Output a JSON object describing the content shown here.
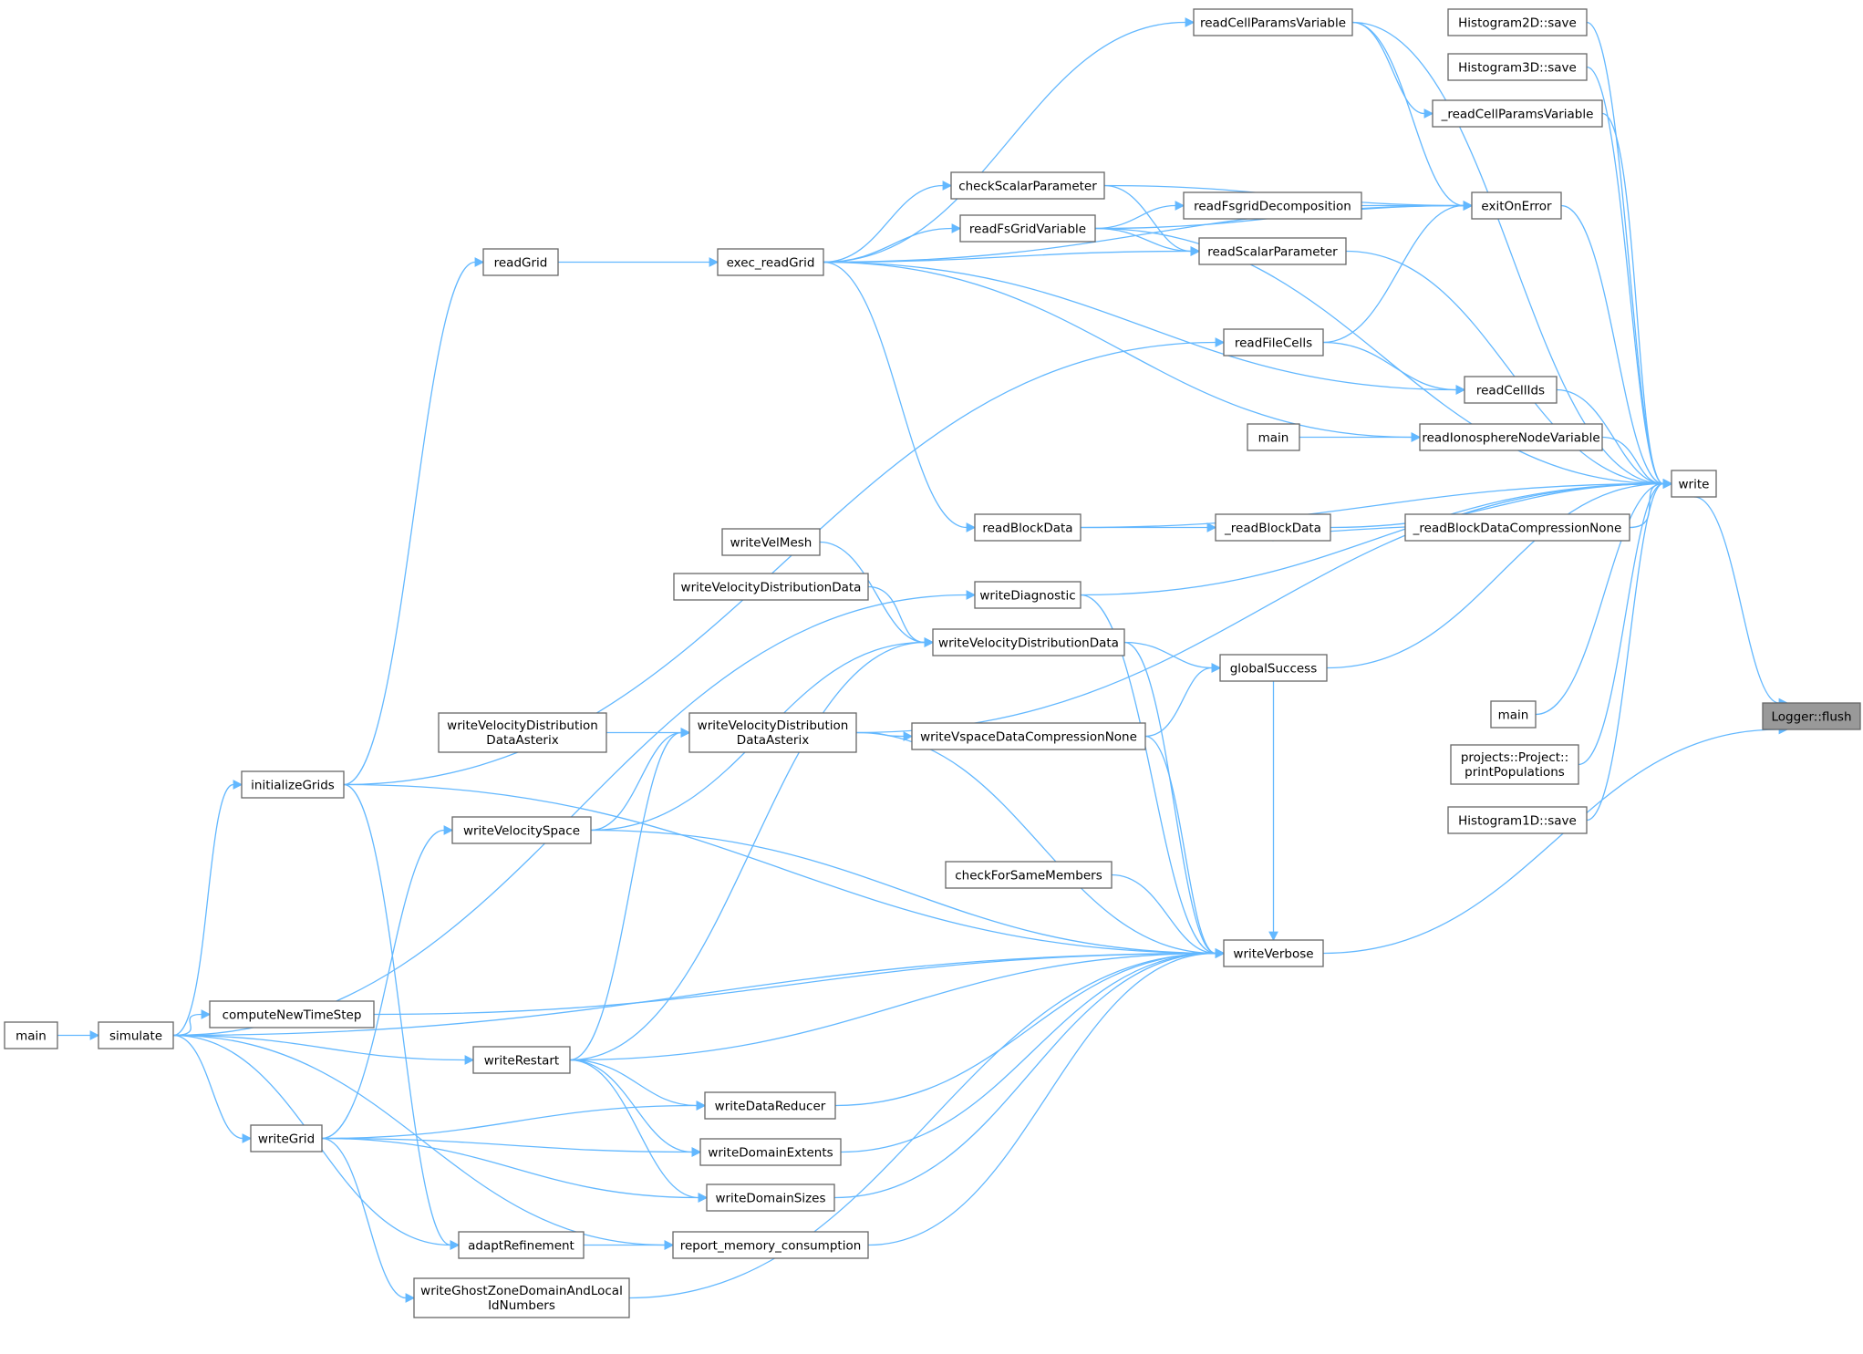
{
  "graph": {
    "direction": "right-to-left",
    "edge_color": "#63b8ff",
    "node_border_color": "#666666",
    "root_fill_color": "#999999",
    "nodes": [
      {
        "id": "flush",
        "lines": [
          "Logger::flush"
        ],
        "root": true
      },
      {
        "id": "write",
        "lines": [
          "write"
        ]
      },
      {
        "id": "writeVerbose",
        "lines": [
          "writeVerbose"
        ]
      },
      {
        "id": "h2d",
        "lines": [
          "Histogram2D::save"
        ]
      },
      {
        "id": "h3d",
        "lines": [
          "Histogram3D::save"
        ]
      },
      {
        "id": "readCellParamsVariable",
        "lines": [
          "readCellParamsVariable"
        ]
      },
      {
        "id": "_readCellParamsVariable",
        "lines": [
          "_readCellParamsVariable"
        ]
      },
      {
        "id": "exitOnError",
        "lines": [
          "exitOnError"
        ]
      },
      {
        "id": "checkScalarParameter",
        "lines": [
          "checkScalarParameter"
        ]
      },
      {
        "id": "readFsgridDecomposition",
        "lines": [
          "readFsgridDecomposition"
        ]
      },
      {
        "id": "readFsGridVariable",
        "lines": [
          "readFsGridVariable"
        ]
      },
      {
        "id": "readScalarParameter",
        "lines": [
          "readScalarParameter"
        ]
      },
      {
        "id": "readGrid",
        "lines": [
          "readGrid"
        ]
      },
      {
        "id": "exec_readGrid",
        "lines": [
          "exec_readGrid"
        ]
      },
      {
        "id": "readFileCells",
        "lines": [
          "readFileCells"
        ]
      },
      {
        "id": "readCellIds",
        "lines": [
          "readCellIds"
        ]
      },
      {
        "id": "main_ion",
        "lines": [
          "main"
        ]
      },
      {
        "id": "readIonosphereNodeVariable",
        "lines": [
          "readIonosphereNodeVariable"
        ]
      },
      {
        "id": "readBlockData",
        "lines": [
          "readBlockData"
        ]
      },
      {
        "id": "_readBlockData",
        "lines": [
          "_readBlockData"
        ]
      },
      {
        "id": "_readBlockDataCompressionNone",
        "lines": [
          "_readBlockDataCompressionNone"
        ]
      },
      {
        "id": "writeVelMesh",
        "lines": [
          "writeVelMesh"
        ]
      },
      {
        "id": "writeDiagnostic",
        "lines": [
          "writeDiagnostic"
        ]
      },
      {
        "id": "writeVDD_other",
        "lines": [
          "writeVelocityDistributionData"
        ]
      },
      {
        "id": "writeVDD",
        "lines": [
          "writeVelocityDistributionData"
        ]
      },
      {
        "id": "globalSuccess",
        "lines": [
          "globalSuccess"
        ]
      },
      {
        "id": "main_write",
        "lines": [
          "main"
        ]
      },
      {
        "id": "writeVDDA_other",
        "lines": [
          "writeVelocityDistribution",
          "DataAsterix"
        ]
      },
      {
        "id": "writeVDDA",
        "lines": [
          "writeVelocityDistribution",
          "DataAsterix"
        ]
      },
      {
        "id": "writeVspaceDataCompressionNone",
        "lines": [
          "writeVspaceDataCompressionNone"
        ]
      },
      {
        "id": "printPopulations",
        "lines": [
          "projects::Project::",
          "printPopulations"
        ]
      },
      {
        "id": "initializeGrids",
        "lines": [
          "initializeGrids"
        ]
      },
      {
        "id": "h1d",
        "lines": [
          "Histogram1D::save"
        ]
      },
      {
        "id": "writeVelocitySpace",
        "lines": [
          "writeVelocitySpace"
        ]
      },
      {
        "id": "checkForSameMembers",
        "lines": [
          "checkForSameMembers"
        ]
      },
      {
        "id": "main_sim",
        "lines": [
          "main"
        ]
      },
      {
        "id": "simulate",
        "lines": [
          "simulate"
        ]
      },
      {
        "id": "computeNewTimeStep",
        "lines": [
          "computeNewTimeStep"
        ]
      },
      {
        "id": "writeRestart",
        "lines": [
          "writeRestart"
        ]
      },
      {
        "id": "writeGrid",
        "lines": [
          "writeGrid"
        ]
      },
      {
        "id": "writeDataReducer",
        "lines": [
          "writeDataReducer"
        ]
      },
      {
        "id": "writeDomainExtents",
        "lines": [
          "writeDomainExtents"
        ]
      },
      {
        "id": "writeDomainSizes",
        "lines": [
          "writeDomainSizes"
        ]
      },
      {
        "id": "adaptRefinement",
        "lines": [
          "adaptRefinement"
        ]
      },
      {
        "id": "report_memory_consumption",
        "lines": [
          "report_memory_consumption"
        ]
      },
      {
        "id": "writeGhostZone",
        "lines": [
          "writeGhostZoneDomainAndLocal",
          "IdNumbers"
        ]
      }
    ],
    "edges": [
      {
        "from": "write",
        "to": "flush"
      },
      {
        "from": "writeVerbose",
        "to": "flush"
      },
      {
        "from": "h2d",
        "to": "write"
      },
      {
        "from": "h3d",
        "to": "write"
      },
      {
        "from": "readCellParamsVariable",
        "to": "write"
      },
      {
        "from": "_readCellParamsVariable",
        "to": "write"
      },
      {
        "from": "exitOnError",
        "to": "write"
      },
      {
        "from": "readScalarParameter",
        "to": "write"
      },
      {
        "from": "readFsGridVariable",
        "to": "write"
      },
      {
        "from": "readCellIds",
        "to": "write"
      },
      {
        "from": "readIonosphereNodeVariable",
        "to": "write"
      },
      {
        "from": "_readBlockData",
        "to": "write"
      },
      {
        "from": "_readBlockDataCompressionNone",
        "to": "write"
      },
      {
        "from": "readBlockData",
        "to": "write"
      },
      {
        "from": "writeDiagnostic",
        "to": "write"
      },
      {
        "from": "globalSuccess",
        "to": "write"
      },
      {
        "from": "main_write",
        "to": "write"
      },
      {
        "from": "printPopulations",
        "to": "write"
      },
      {
        "from": "h1d",
        "to": "write"
      },
      {
        "from": "writeVDDA",
        "to": "write"
      },
      {
        "from": "readCellParamsVariable",
        "to": "_readCellParamsVariable"
      },
      {
        "from": "readCellParamsVariable",
        "to": "exitOnError"
      },
      {
        "from": "exec_readGrid",
        "to": "readCellParamsVariable"
      },
      {
        "from": "checkScalarParameter",
        "to": "exitOnError"
      },
      {
        "from": "readFsgridDecomposition",
        "to": "exitOnError"
      },
      {
        "from": "readFsGridVariable",
        "to": "exitOnError"
      },
      {
        "from": "exec_readGrid",
        "to": "exitOnError"
      },
      {
        "from": "readFileCells",
        "to": "exitOnError"
      },
      {
        "from": "exec_readGrid",
        "to": "checkScalarParameter"
      },
      {
        "from": "readFsGridVariable",
        "to": "readFsgridDecomposition"
      },
      {
        "from": "exec_readGrid",
        "to": "readFsGridVariable"
      },
      {
        "from": "checkScalarParameter",
        "to": "readScalarParameter"
      },
      {
        "from": "readFsGridVariable",
        "to": "readScalarParameter"
      },
      {
        "from": "exec_readGrid",
        "to": "readScalarParameter"
      },
      {
        "from": "readGrid",
        "to": "exec_readGrid"
      },
      {
        "from": "initializeGrids",
        "to": "readGrid"
      },
      {
        "from": "readFileCells",
        "to": "readCellIds"
      },
      {
        "from": "exec_readGrid",
        "to": "readCellIds"
      },
      {
        "from": "initializeGrids",
        "to": "readFileCells"
      },
      {
        "from": "main_ion",
        "to": "readIonosphereNodeVariable"
      },
      {
        "from": "exec_readGrid",
        "to": "readIonosphereNodeVariable"
      },
      {
        "from": "exec_readGrid",
        "to": "readBlockData"
      },
      {
        "from": "readBlockData",
        "to": "_readBlockData"
      },
      {
        "from": "_readBlockDataCompressionNone",
        "to": "_readBlockData"
      },
      {
        "from": "simulate",
        "to": "writeDiagnostic"
      },
      {
        "from": "writeVelMesh",
        "to": "writeVDD"
      },
      {
        "from": "writeVDD_other",
        "to": "writeVDD"
      },
      {
        "from": "writeVelocitySpace",
        "to": "writeVDD"
      },
      {
        "from": "writeRestart",
        "to": "writeVDD"
      },
      {
        "from": "writeVDD",
        "to": "globalSuccess"
      },
      {
        "from": "writeVspaceDataCompressionNone",
        "to": "globalSuccess"
      },
      {
        "from": "writeVDDA_other",
        "to": "writeVDDA"
      },
      {
        "from": "writeVelocitySpace",
        "to": "writeVDDA"
      },
      {
        "from": "writeRestart",
        "to": "writeVDDA"
      },
      {
        "from": "writeVDDA",
        "to": "writeVspaceDataCompressionNone"
      },
      {
        "from": "writeGrid",
        "to": "writeVelocitySpace"
      },
      {
        "from": "simulate",
        "to": "initializeGrids"
      },
      {
        "from": "main_sim",
        "to": "simulate"
      },
      {
        "from": "simulate",
        "to": "computeNewTimeStep"
      },
      {
        "from": "simulate",
        "to": "writeRestart"
      },
      {
        "from": "simulate",
        "to": "writeGrid"
      },
      {
        "from": "writeRestart",
        "to": "writeDataReducer"
      },
      {
        "from": "writeGrid",
        "to": "writeDataReducer"
      },
      {
        "from": "writeRestart",
        "to": "writeDomainExtents"
      },
      {
        "from": "writeGrid",
        "to": "writeDomainExtents"
      },
      {
        "from": "writeRestart",
        "to": "writeDomainSizes"
      },
      {
        "from": "writeGrid",
        "to": "writeDomainSizes"
      },
      {
        "from": "simulate",
        "to": "adaptRefinement"
      },
      {
        "from": "initializeGrids",
        "to": "adaptRefinement"
      },
      {
        "from": "adaptRefinement",
        "to": "report_memory_consumption"
      },
      {
        "from": "simulate",
        "to": "report_memory_consumption"
      },
      {
        "from": "writeGrid",
        "to": "writeGhostZone"
      },
      {
        "from": "writeDiagnostic",
        "to": "writeVerbose"
      },
      {
        "from": "writeVDD",
        "to": "writeVerbose"
      },
      {
        "from": "globalSuccess",
        "to": "writeVerbose"
      },
      {
        "from": "writeVspaceDataCompressionNone",
        "to": "writeVerbose"
      },
      {
        "from": "writeVDDA",
        "to": "writeVerbose"
      },
      {
        "from": "initializeGrids",
        "to": "writeVerbose"
      },
      {
        "from": "writeVelocitySpace",
        "to": "writeVerbose"
      },
      {
        "from": "checkForSameMembers",
        "to": "writeVerbose"
      },
      {
        "from": "simulate",
        "to": "writeVerbose"
      },
      {
        "from": "computeNewTimeStep",
        "to": "writeVerbose"
      },
      {
        "from": "writeRestart",
        "to": "writeVerbose"
      },
      {
        "from": "writeDataReducer",
        "to": "writeVerbose"
      },
      {
        "from": "writeDomainExtents",
        "to": "writeVerbose"
      },
      {
        "from": "writeDomainSizes",
        "to": "writeVerbose"
      },
      {
        "from": "report_memory_consumption",
        "to": "writeVerbose"
      },
      {
        "from": "writeGhostZone",
        "to": "writeVerbose"
      }
    ]
  }
}
